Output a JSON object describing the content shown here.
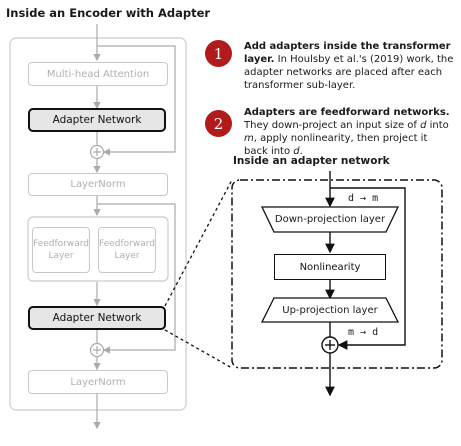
{
  "left": {
    "title": "Inside an Encoder with Adapter",
    "mha": "Multi-head Attention",
    "adapter_top": "Adapter Network",
    "layernorm_top": "LayerNorm",
    "ff1": "Feedforward Layer",
    "ff2": "Feedforward Layer",
    "adapter_bottom": "Adapter Network",
    "layernorm_bottom": "LayerNorm"
  },
  "notes": [
    {
      "number": "1",
      "bold": "Add adapters inside the transformer layer.",
      "text": " In Houlsby et al.'s (2019) work, the adapter networks are placed after each transformer sub-layer."
    },
    {
      "number": "2",
      "bold": "Adapters are feedforward networks.",
      "text_a": " They down-project an input size of ",
      "var_d": "d",
      "text_b": " into ",
      "var_m": "m",
      "text_c": ", apply nonlinearity, then project it back into ",
      "var_d2": "d",
      "text_d": "."
    }
  ],
  "right": {
    "title": "Inside an adapter network",
    "down": "Down-projection layer",
    "nonlin": "Nonlinearity",
    "up": "Up-projection layer",
    "d_to_m": "d → m",
    "m_to_d": "m → d"
  },
  "colors": {
    "badge": "#b11b1b",
    "faded": "#c8c8c8",
    "adapter_fill": "#e6e6e6"
  }
}
